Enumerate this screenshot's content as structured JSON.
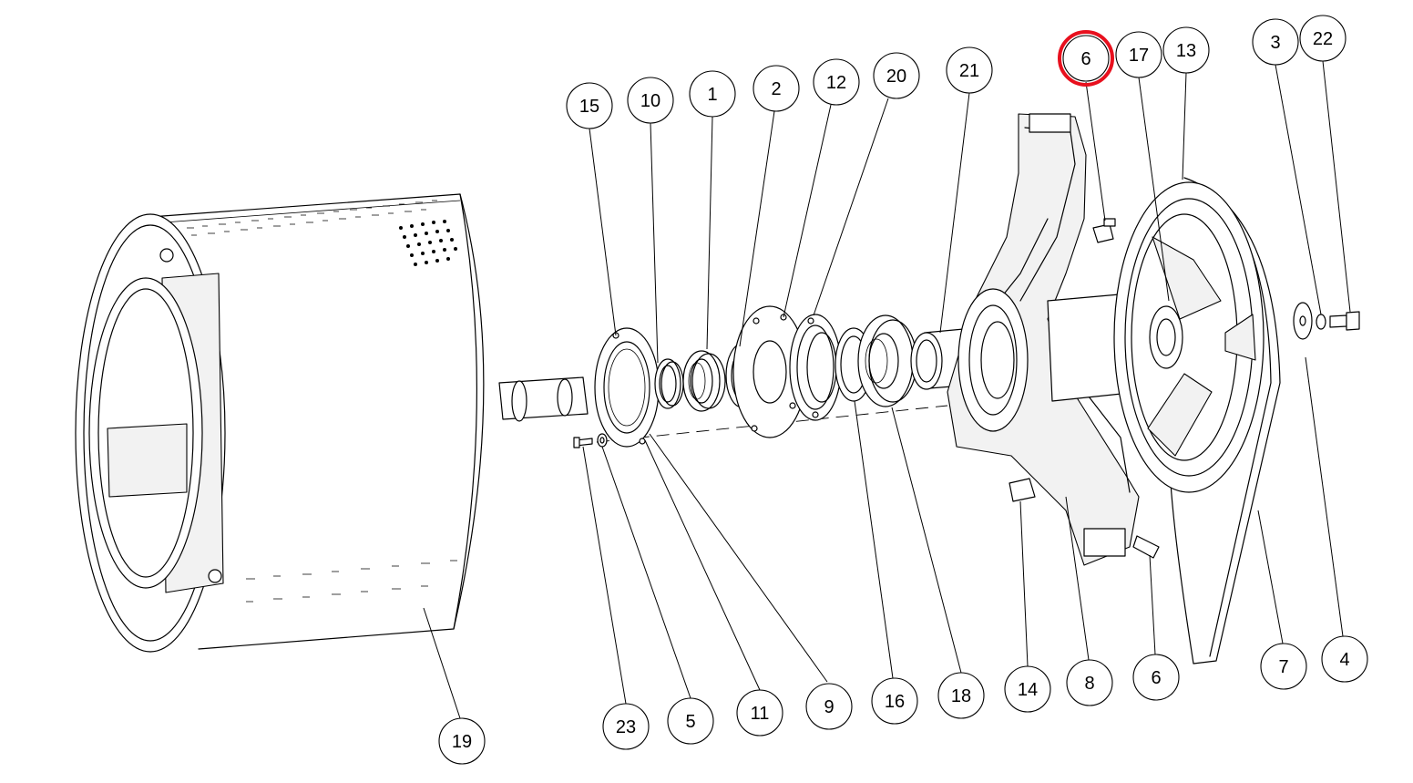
{
  "colors": {
    "line": "#000000",
    "background": "#ffffff",
    "highlight": "#e8101e"
  },
  "callouts": [
    {
      "id": "c15",
      "label": "15"
    },
    {
      "id": "c10",
      "label": "10"
    },
    {
      "id": "c1",
      "label": "1"
    },
    {
      "id": "c2",
      "label": "2"
    },
    {
      "id": "c12",
      "label": "12"
    },
    {
      "id": "c20",
      "label": "20"
    },
    {
      "id": "c21",
      "label": "21"
    },
    {
      "id": "c6top",
      "label": "6",
      "highlighted": true
    },
    {
      "id": "c17",
      "label": "17"
    },
    {
      "id": "c13",
      "label": "13"
    },
    {
      "id": "c3",
      "label": "3"
    },
    {
      "id": "c22",
      "label": "22"
    },
    {
      "id": "c19",
      "label": "19"
    },
    {
      "id": "c23",
      "label": "23"
    },
    {
      "id": "c5",
      "label": "5"
    },
    {
      "id": "c11",
      "label": "11"
    },
    {
      "id": "c9",
      "label": "9"
    },
    {
      "id": "c16",
      "label": "16"
    },
    {
      "id": "c18",
      "label": "18"
    },
    {
      "id": "c14",
      "label": "14"
    },
    {
      "id": "c8",
      "label": "8"
    },
    {
      "id": "c6bot",
      "label": "6"
    },
    {
      "id": "c7",
      "label": "7"
    },
    {
      "id": "c4",
      "label": "4"
    }
  ]
}
